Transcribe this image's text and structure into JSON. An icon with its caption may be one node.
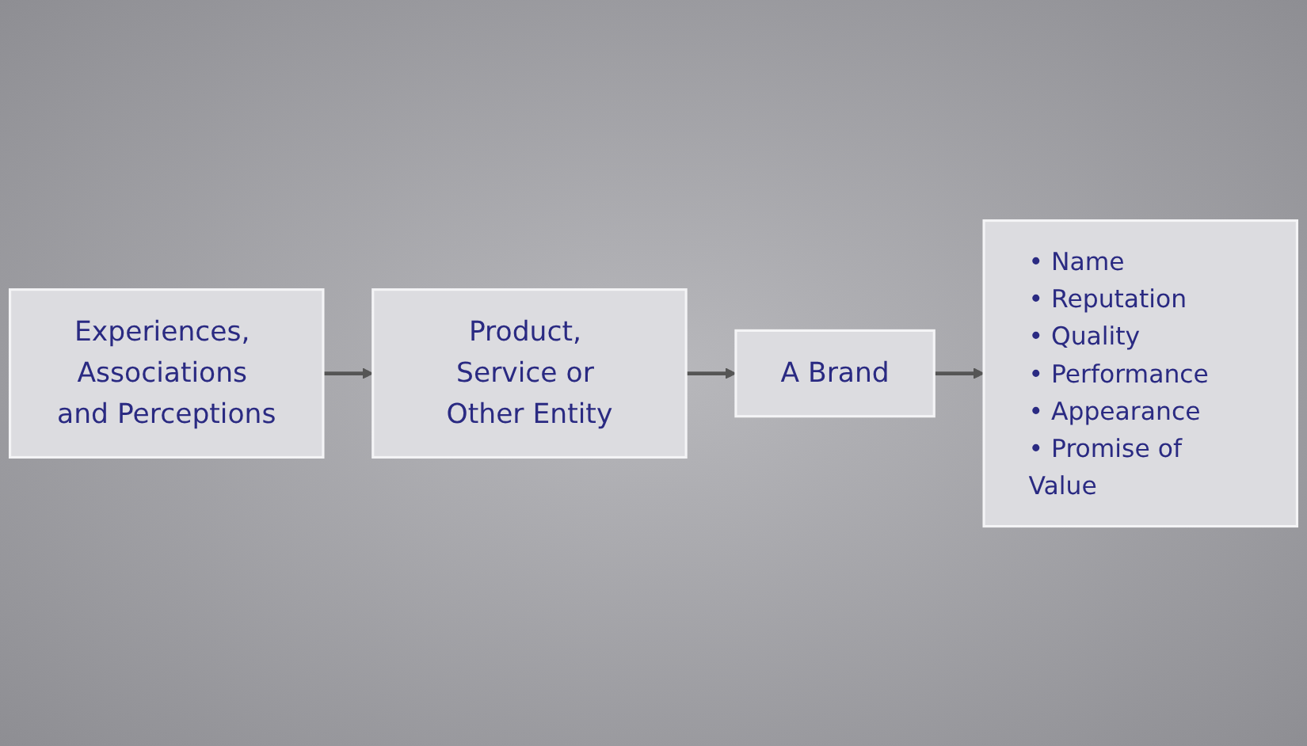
{
  "diagram": {
    "nodes": [
      {
        "text": [
          "Experiences, Associations and Perceptions"
        ]
      },
      {
        "text": [
          "Product, Service or Other Entity"
        ]
      },
      {
        "text": [
          "A Brand"
        ]
      },
      {
        "text": [
          "• Name",
          "• Reputation",
          "• Quality",
          "• Performance",
          "• Appearance",
          "• Promise of Value"
        ]
      }
    ],
    "edges": [
      {
        "from": 0,
        "to": 1,
        "arrow": "to"
      },
      {
        "from": 1,
        "to": 2,
        "arrow": "to"
      },
      {
        "from": 2,
        "to": 3,
        "arrow": "to"
      }
    ]
  }
}
